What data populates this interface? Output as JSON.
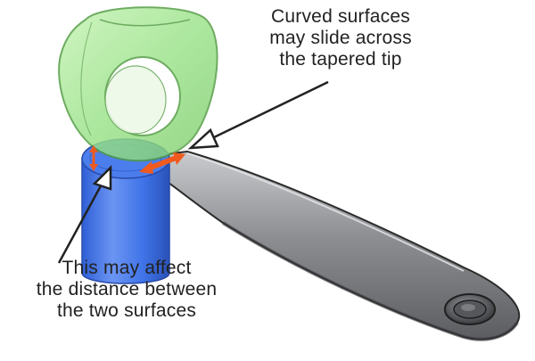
{
  "diagram": {
    "callouts": {
      "top": {
        "lines": [
          "Curved surfaces",
          "may slide across",
          "the tapered tip"
        ]
      },
      "bottom": {
        "lines": [
          "This may affect",
          "the distance between",
          "the two surfaces"
        ]
      }
    },
    "colors": {
      "green_body": "#9be38a",
      "green_edge": "#4f9b3f",
      "blue_cylinder": "#3f73e8",
      "blue_edge": "#274aa8",
      "blade_metal": "#8d8f93",
      "blade_edge": "#2b2b2b",
      "marker_orange": "#f05a1e",
      "text": "#222222"
    },
    "icons": [
      "double-headed-arrow-orange",
      "pointer-arrow"
    ]
  }
}
